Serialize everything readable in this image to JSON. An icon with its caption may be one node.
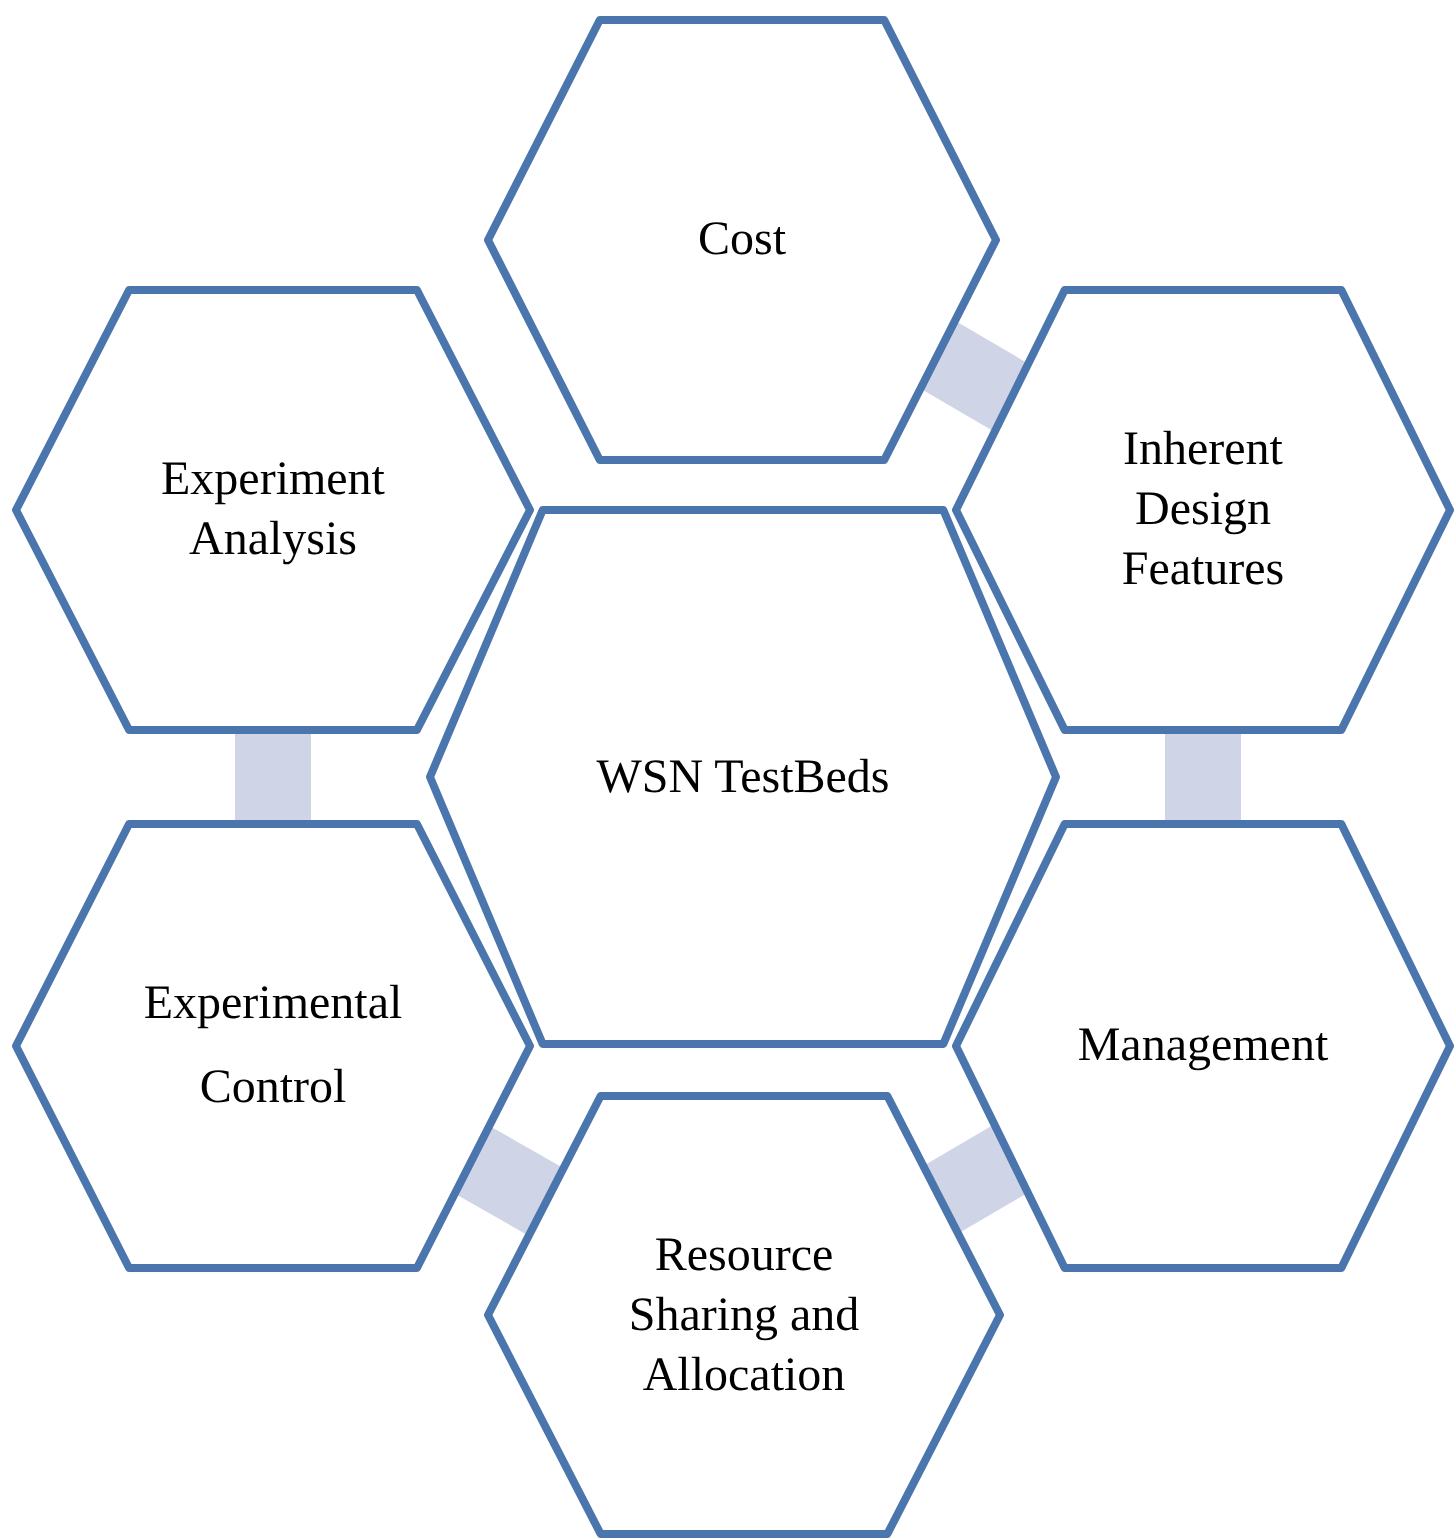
{
  "diagram": {
    "nodes": [
      {
        "text": [
          "WSN TestBeds"
        ]
      },
      {
        "text": [
          "Cost"
        ]
      },
      {
        "text": [
          "Inherent Design Features"
        ]
      },
      {
        "text": [
          "Management"
        ]
      },
      {
        "text": [
          "Resource Sharing and Allocation"
        ]
      },
      {
        "text": [
          "Experimental Control"
        ]
      },
      {
        "text": [
          "Experiment Analysis"
        ]
      }
    ],
    "edges": [
      {
        "from": 1,
        "to": 2,
        "arrow": "none"
      },
      {
        "from": 2,
        "to": 3,
        "arrow": "none"
      },
      {
        "from": 3,
        "to": 4,
        "arrow": "none"
      },
      {
        "from": 4,
        "to": 5,
        "arrow": "none"
      },
      {
        "from": 5,
        "to": 6,
        "arrow": "none"
      }
    ]
  }
}
